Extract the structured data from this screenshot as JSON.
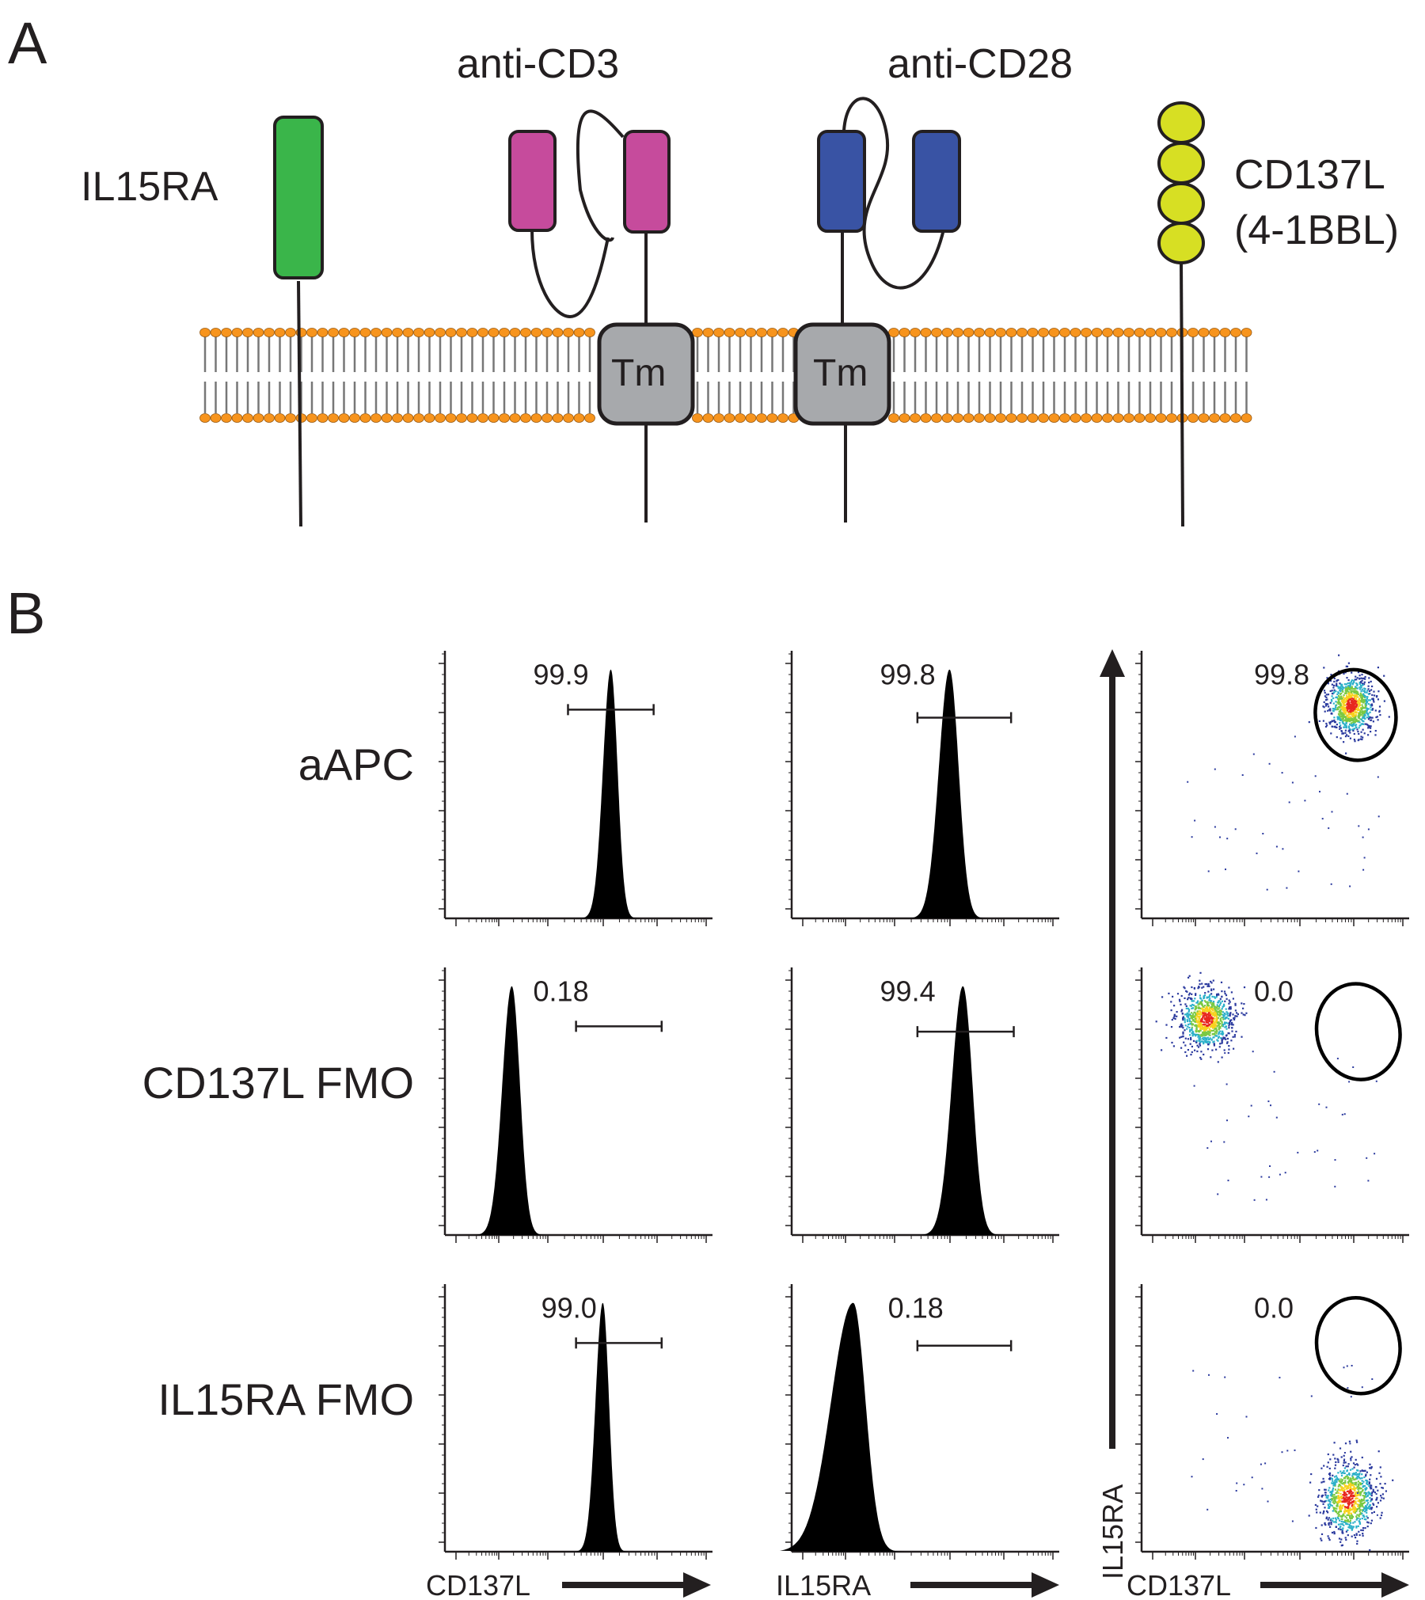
{
  "panel_a": {
    "letter": "A",
    "molecules": {
      "il15ra": {
        "label": "IL15RA",
        "color": "#3ab54a"
      },
      "anti_cd3": {
        "label": "anti-CD3",
        "color": "#c64b9c"
      },
      "anti_cd28": {
        "label": "anti-CD28",
        "color": "#3953a4"
      },
      "cd137l": {
        "label": "CD137L",
        "label_line2": "(4-1BBL)",
        "color": "#d7df23"
      }
    },
    "transmembrane_label": "Tm",
    "membrane_head_color": "#f7941d",
    "tm_color": "#a7a9ac"
  },
  "panel_b": {
    "letter": "B",
    "rows": [
      {
        "label": "aAPC",
        "gates": [
          "99.9",
          "99.8",
          "99.8"
        ]
      },
      {
        "label": "CD137L FMO",
        "gates": [
          "0.18",
          "99.4",
          "0.0"
        ]
      },
      {
        "label": "IL15RA FMO",
        "gates": [
          "99.0",
          "0.18",
          "0.0"
        ]
      }
    ],
    "columns": [
      {
        "type": "histogram",
        "xlabel": "CD137L"
      },
      {
        "type": "histogram",
        "xlabel": "IL15RA"
      },
      {
        "type": "scatter",
        "xlabel": "CD137L",
        "ylabel": "IL15RA"
      }
    ],
    "scatter_density_colors": [
      "#2b3a9e",
      "#2bb0c9",
      "#7ac943",
      "#f7d21e",
      "#e8271e"
    ]
  }
}
